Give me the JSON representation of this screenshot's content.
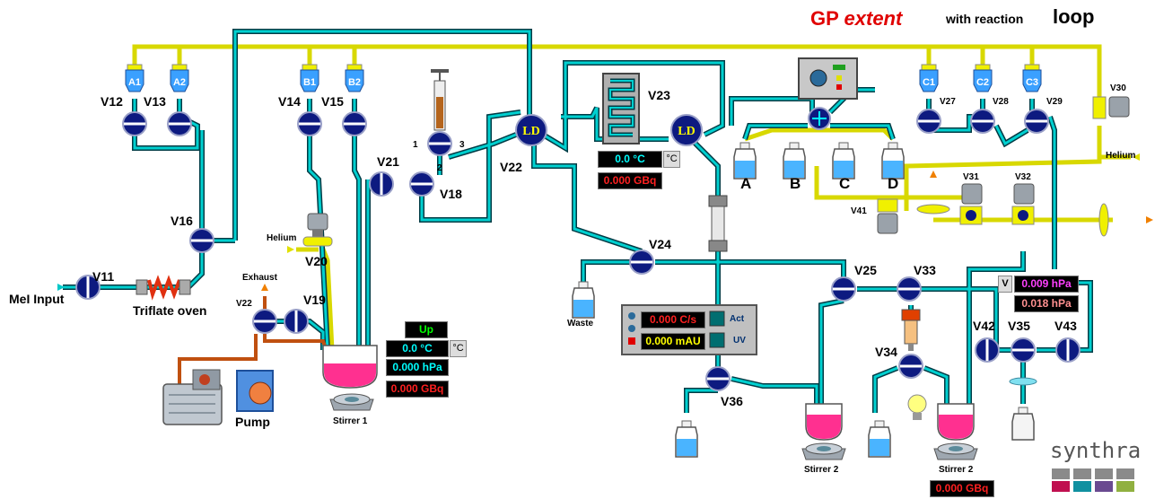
{
  "title": {
    "gp": "GP",
    "extent": "extent",
    "with": "with reaction",
    "loop": "loop"
  },
  "brand": "synthra",
  "colors": {
    "tube": "#00c8c8",
    "gas": "#f0f000",
    "valve": "#0d1a80",
    "reactor": "#ff3090",
    "vial": "#3aa0ff",
    "heater": "#e04000",
    "text_red": "#e00000"
  },
  "reagent_vials": [
    "A1",
    "A2",
    "B1",
    "B2",
    "C1",
    "C2",
    "C3"
  ],
  "ld_label": "LD",
  "valves": [
    "V11",
    "V12",
    "V13",
    "V14",
    "V15",
    "V16",
    "V18",
    "V19",
    "V20",
    "V21",
    "V22",
    "V22",
    "V23",
    "V24",
    "V25",
    "V27",
    "V28",
    "V29",
    "V30",
    "V31",
    "V32",
    "V33",
    "V34",
    "V35",
    "V36",
    "V41",
    "V42",
    "V43"
  ],
  "labels": {
    "mei_input": "MeI Input",
    "triflate_oven": "Triflate oven",
    "helium_left": "Helium",
    "helium_right": "Helium",
    "exhaust": "Exhaust",
    "pump": "Pump",
    "waste": "Waste",
    "stirrer1": "Stirrer 1",
    "stirrer2a": "Stirrer 2",
    "stirrer2b": "Stirrer 2",
    "bottle_a": "A",
    "bottle_b": "B",
    "bottle_c": "C",
    "bottle_d": "D",
    "act": "Act",
    "uv": "UV",
    "v_btn": "V"
  },
  "syringe_ports": [
    "1",
    "2",
    "3"
  ],
  "readouts": {
    "reactor1_status": "Up",
    "reactor1_temp": "0.0 °C",
    "reactor1_temp_unit": "°C",
    "reactor1_pressure": "0.000 hPa",
    "reactor1_activity": "0.000 GBq",
    "loop_temp": "0.0 °C",
    "loop_temp_unit": "°C",
    "loop_activity": "0.000 GBq",
    "hplc_rate": "0.000 C/s",
    "hplc_uv": "0.000 mAU",
    "pressure1": "0.009 hPa",
    "pressure2": "0.018 hPa",
    "bottom_activity": "0.000 GBq"
  }
}
